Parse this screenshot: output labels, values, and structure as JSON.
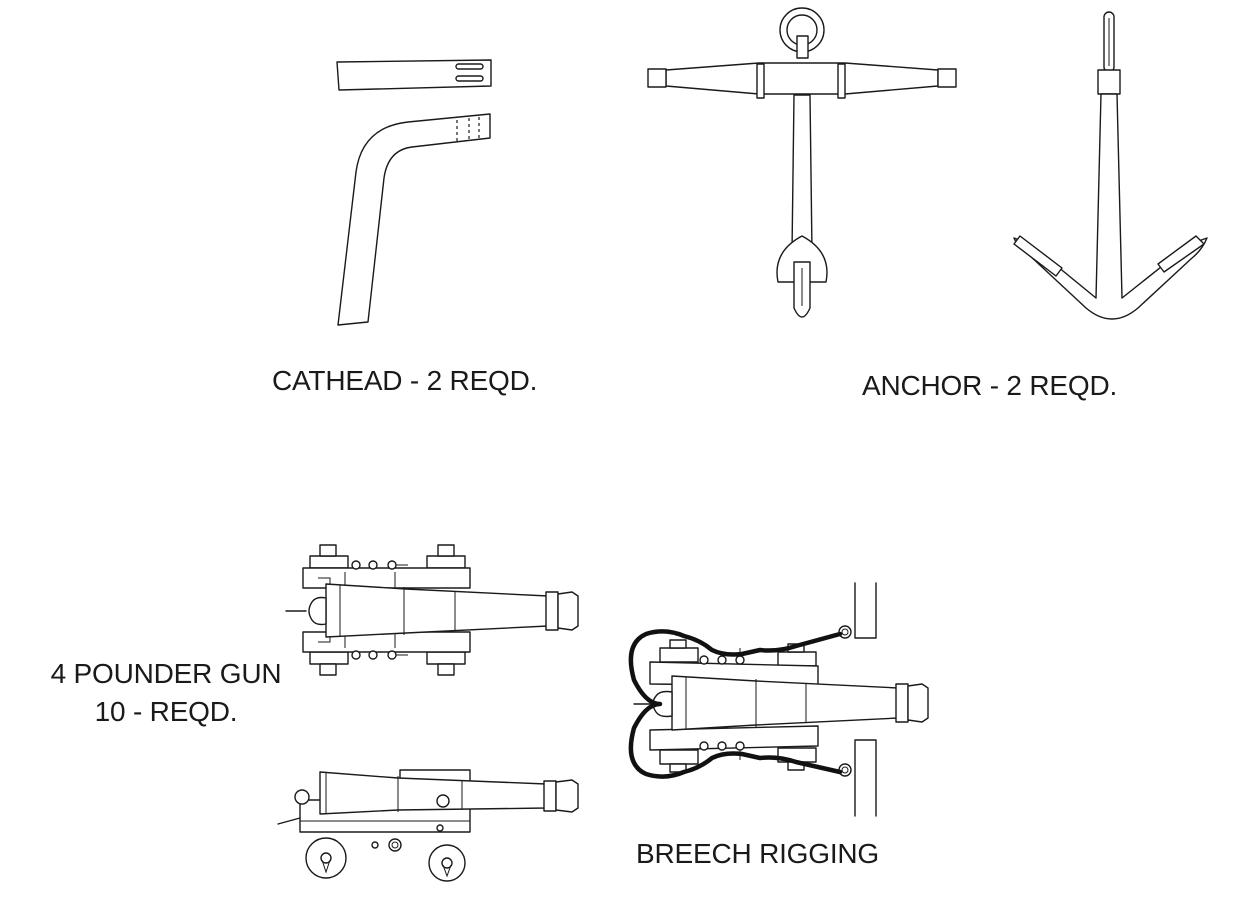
{
  "labels": {
    "cathead": "CATHEAD - 2 REQD.",
    "anchor": "ANCHOR - 2 REQD.",
    "gun_line1": "4 POUNDER GUN",
    "gun_line2": "10 - REQD.",
    "breech": "BREECH RIGGING"
  },
  "colors": {
    "line": "#1a1a1a",
    "rope": "#111111",
    "background": "#ffffff"
  }
}
